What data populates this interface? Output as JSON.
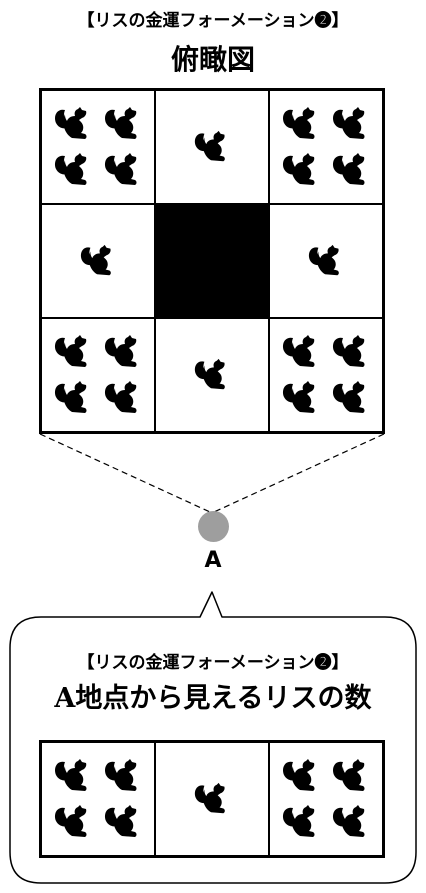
{
  "top_title": "【リスの金運フォーメーション❷】",
  "top_subtitle": "俯瞰図",
  "grid": {
    "rows": [
      [
        {
          "squirrels": 4
        },
        {
          "squirrels": 1
        },
        {
          "squirrels": 4
        }
      ],
      [
        {
          "squirrels": 1
        },
        {
          "squirrels": 0,
          "filled": true
        },
        {
          "squirrels": 1
        }
      ],
      [
        {
          "squirrels": 4
        },
        {
          "squirrels": 1
        },
        {
          "squirrels": 4
        }
      ]
    ]
  },
  "viewpoint": {
    "label": "A",
    "color": "#9e9e9e"
  },
  "bubble": {
    "title": "【リスの金運フォーメーション❷】",
    "subtitle": "A地点から見えるリスの数",
    "row": [
      {
        "squirrels": 4
      },
      {
        "squirrels": 1
      },
      {
        "squirrels": 4
      }
    ]
  },
  "icon": "squirrel-icon"
}
